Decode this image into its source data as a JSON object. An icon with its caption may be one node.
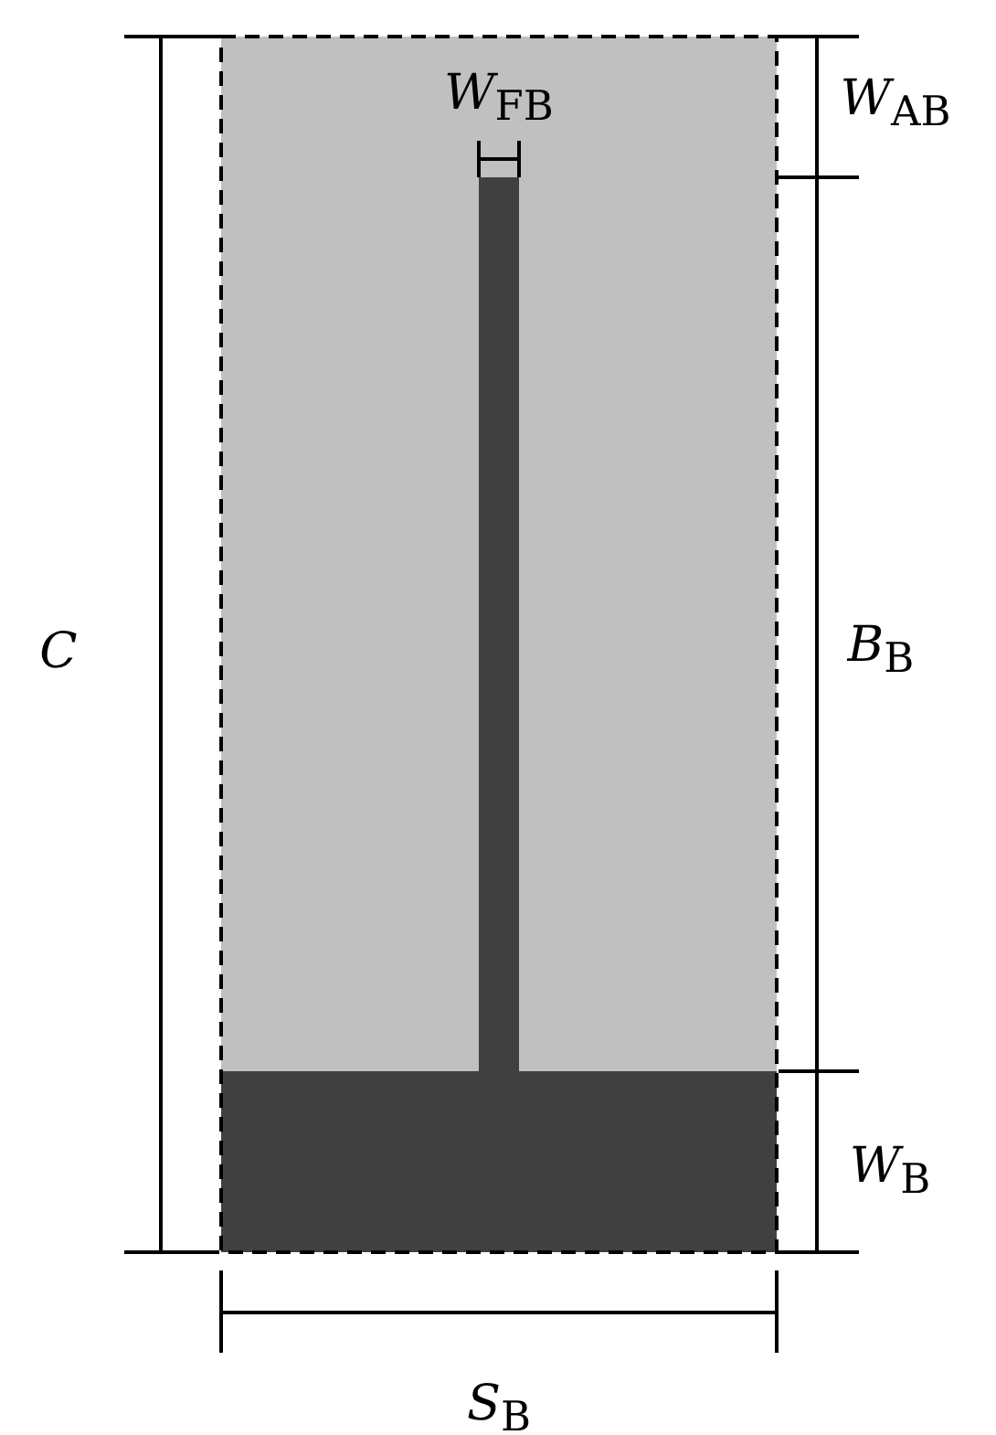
{
  "diagram": {
    "labels": [
      "*W*$_{FB}$",
      "*W*$_{AB}$",
      "*C*",
      "*B*$_{B}$",
      "*W*$_{B}$",
      "*S*$_{B}$"
    ]
  }
}
